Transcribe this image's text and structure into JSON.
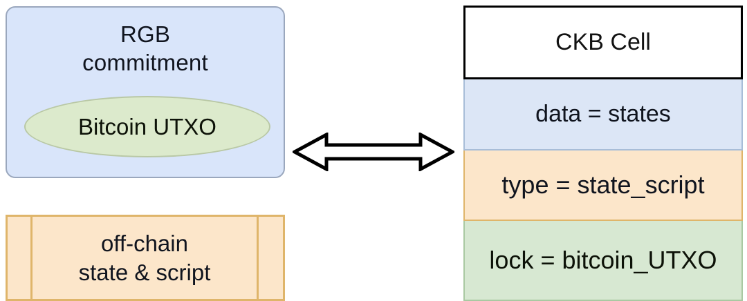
{
  "diagram": {
    "type": "concept-mapping-diagram",
    "left": {
      "rgb_box": {
        "title": "RGB\ncommitment",
        "ellipse_label": "Bitcoin UTXO",
        "fill_color": "#d9e5fa",
        "border_color": "#9aa7bd",
        "ellipse_fill_color": "#dceacc",
        "ellipse_border_color": "#b9c8a5"
      },
      "offchain_box": {
        "label": "off-chain\nstate & script",
        "fill_color": "#fce6ca",
        "border_color": "#dfb56a",
        "segments": 3
      }
    },
    "connector": {
      "icon": "double-headed-arrow-icon",
      "direction": "bidirectional",
      "fill_color": "#ffffff",
      "stroke_color": "#000000"
    },
    "right": {
      "ckb_cell": {
        "rows": [
          {
            "label": "CKB Cell",
            "name": "header",
            "fill_color": "#ffffff",
            "border_color": "#000000"
          },
          {
            "label": "data = states",
            "name": "data",
            "fill_color": "#dce6f6",
            "border_color": "#a8bdd8"
          },
          {
            "label": "type = state_script",
            "name": "type",
            "fill_color": "#fce6ca",
            "border_color": "#dfb56a"
          },
          {
            "label": "lock = bitcoin_UTXO",
            "name": "lock",
            "fill_color": "#d7e8d2",
            "border_color": "#a9c9a2"
          }
        ]
      }
    }
  }
}
